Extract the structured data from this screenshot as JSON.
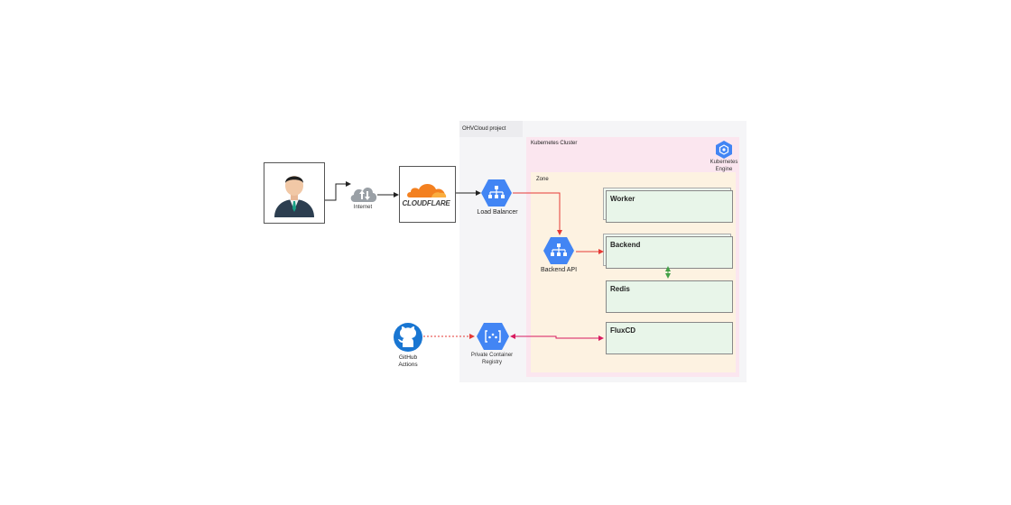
{
  "project": {
    "label": "OHVCloud project"
  },
  "cluster": {
    "label": "Kubernetes Cluster"
  },
  "zone": {
    "label": "Zone"
  },
  "kubernetes_engine": {
    "line1": "Kubernetes",
    "line2": "Engine"
  },
  "nodes": {
    "internet": "Internet",
    "cloudflare": "CLOUDFLARE",
    "load_balancer": "Load Balancer",
    "backend_api": "Backend API",
    "github_line1": "GitHub",
    "github_line2": "Actions",
    "registry_line1": "Private Container",
    "registry_line2": "Registry"
  },
  "containers": {
    "worker": "Worker",
    "backend": "Backend",
    "redis": "Redis",
    "fluxcd": "FluxCD"
  },
  "colors": {
    "gcp_blue": "#4285f4",
    "red_arrow": "#e53935",
    "green_arrow": "#43a047",
    "pink_arrow": "#d81b60",
    "cloudflare_orange": "#f38020",
    "github_blue": "#1976d2"
  }
}
